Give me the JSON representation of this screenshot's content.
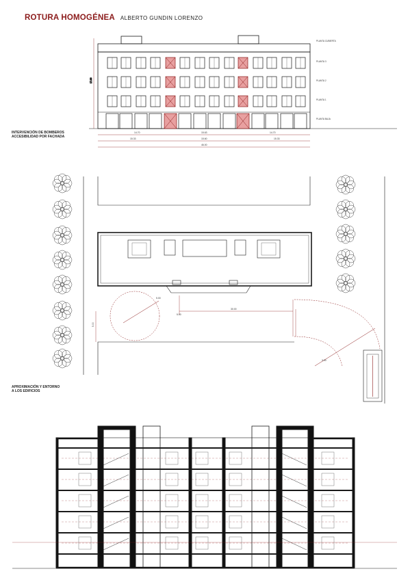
{
  "header": {
    "title": "ROTURA HOMOGÉNEA",
    "author": "ALBERTO GUNDIN LORENZO"
  },
  "sections": {
    "facade_label_1": "INTERVENCIÓN DE BOMBEROS",
    "facade_label_2": "ACCESIBILIDAD POR FACHADA",
    "site_label_1": "APROXIMACIÓN Y ENTORNO",
    "site_label_2": "A LOS EDIFICIOS"
  },
  "facade": {
    "floor_labels": [
      "PLANTA CUBIERTA",
      "PLANTA 3",
      "PLANTA 2",
      "PLANTA 1",
      "PLANTA BAJA"
    ],
    "height_dim": "17.00",
    "dims_row1": [
      "14.70",
      "15.63",
      "14.70"
    ],
    "dims_row2": [
      "15.33",
      "15.60",
      "15.33"
    ],
    "dims_total": "46.00"
  },
  "site": {
    "dim_main": "30.00",
    "dim_small": "5.00",
    "dim_radius": "5.00",
    "dim_vertical": "5.00",
    "dim_diag": "3.00"
  },
  "colors": {
    "accent": "#8b1a1a",
    "access": "#e8a0a0",
    "line": "#1a1a1a"
  }
}
